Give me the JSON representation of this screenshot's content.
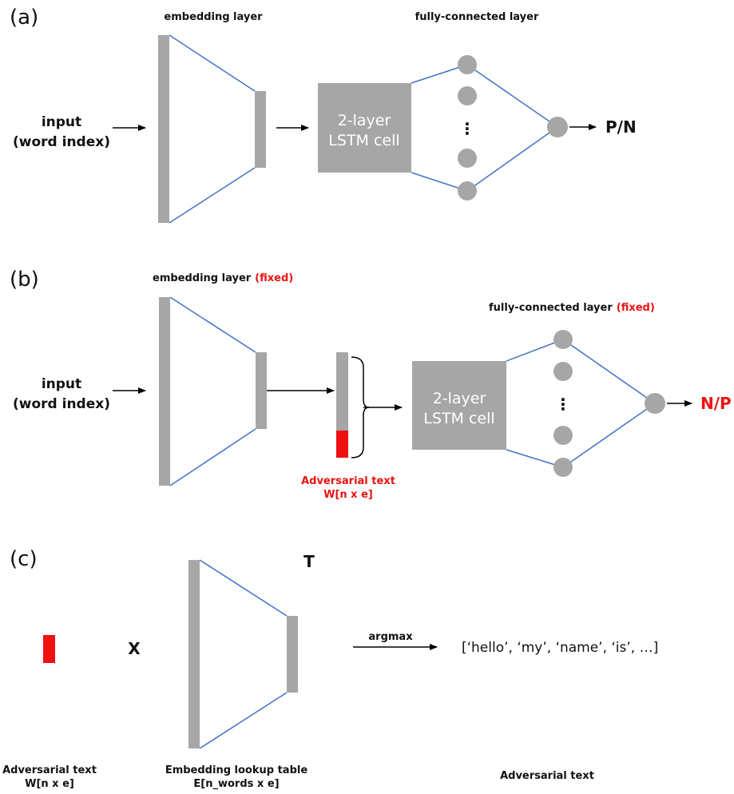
{
  "panel_a": {
    "label": "(a)",
    "embedding_title": "embedding layer",
    "fc_title": "fully-connected layer",
    "input_line1": "input",
    "input_line2": "(word index)",
    "lstm_line1": "2-layer",
    "lstm_line2": "LSTM cell",
    "dots": "⋮",
    "output": "P/N"
  },
  "panel_b": {
    "label": "(b)",
    "embedding_title": "embedding layer",
    "embedding_fixed": "(fixed)",
    "fc_title": "fully-connected layer",
    "fc_fixed": "(fixed)",
    "input_line1": "input",
    "input_line2": "(word index)",
    "lstm_line1": "2-layer",
    "lstm_line2": "LSTM cell",
    "dots": "⋮",
    "output": "N/P",
    "adv_line1": "Adversarial text",
    "adv_line2": "W[n x e]"
  },
  "panel_c": {
    "label": "(c)",
    "transpose": "T",
    "times": "X",
    "argmax": "argmax",
    "result": "[‘hello’, ‘my’, ‘name’, ‘is’, …]",
    "adv_line1": "Adversarial text",
    "adv_line2": "W[n x e]",
    "emb_line1": "Embedding lookup table",
    "emb_line2": "E[n_words x e]",
    "adv_out": "Adversarial text"
  },
  "colors": {
    "bar": "#a6a6a6",
    "edge": "#4472c4",
    "highlight": "#ee1111"
  }
}
